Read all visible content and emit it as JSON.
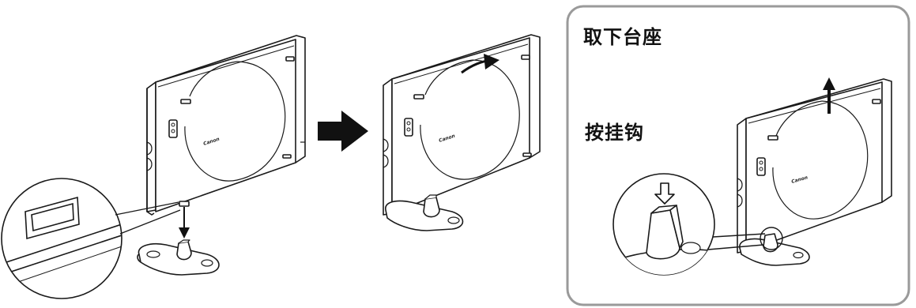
{
  "panel": {
    "title": "取下台座",
    "step": "按挂钩"
  },
  "logo_text": "Canon",
  "icons": [
    "arrow-right-icon",
    "arrow-down-icon",
    "arrow-up-icon",
    "outline-arrow-down-icon",
    "curved-arrow-icon"
  ],
  "colors": {
    "line": "#1a1a1a",
    "panel_border": "#9a9a9a",
    "fill": "#ffffff",
    "arrow": "#111111"
  }
}
